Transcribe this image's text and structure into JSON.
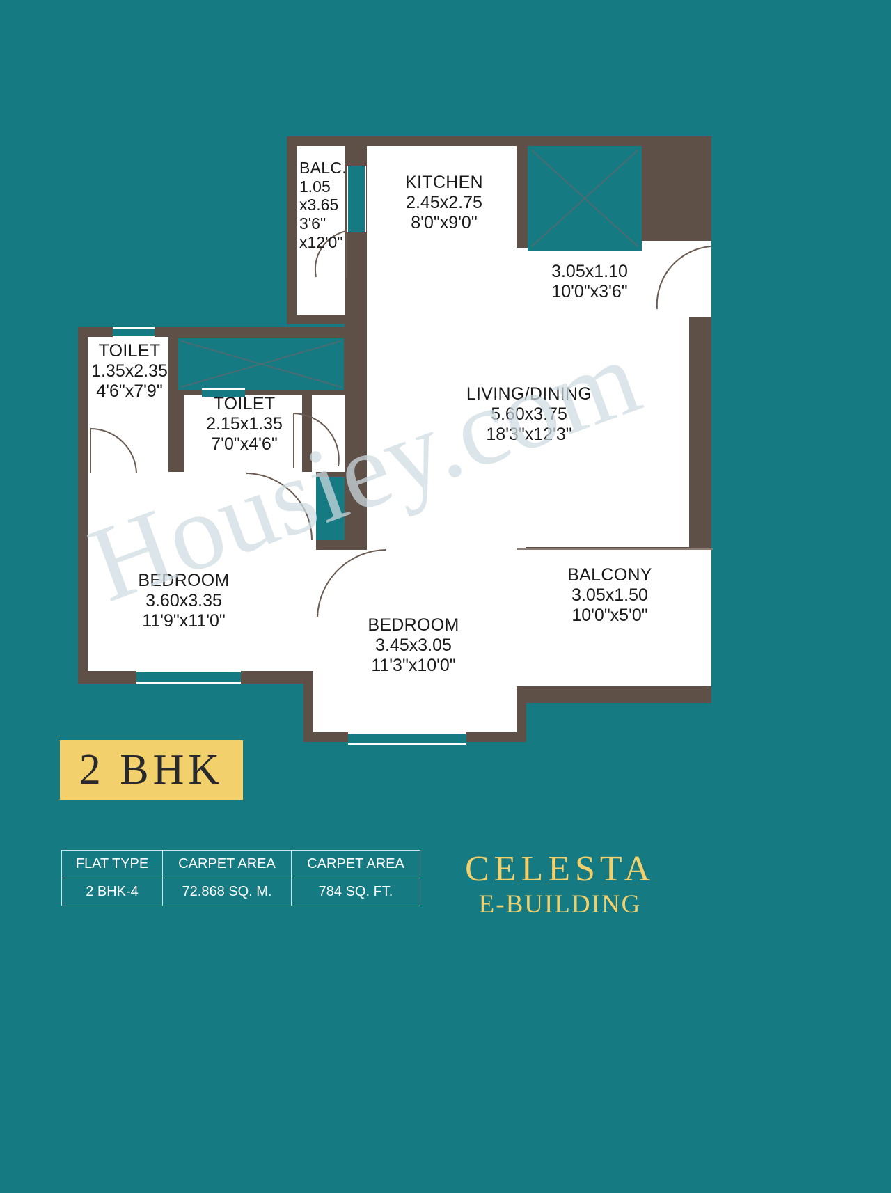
{
  "page": {
    "background_color": "#167a82",
    "wall_color": "#5e4f47",
    "room_fill": "#ffffff",
    "accent_color": "#f2d06b"
  },
  "watermark": {
    "text": "Housiey.com"
  },
  "badge": {
    "label": "2 BHK"
  },
  "rooms": [
    {
      "key": "balcony_small",
      "name": "BALC.",
      "dim_m_1": "1.05",
      "dim_m_2": "x3.65",
      "dim_ft_1": "3'6\"",
      "dim_ft_2": "x12'0\""
    },
    {
      "key": "kitchen",
      "name": "KITCHEN",
      "dim_m": "2.45x2.75",
      "dim_ft": "8'0\"x9'0\""
    },
    {
      "key": "utility",
      "name": "",
      "dim_m": "3.05x1.10",
      "dim_ft": "10'0\"x3'6\""
    },
    {
      "key": "living_dining",
      "name": "LIVING/DINING",
      "dim_m": "5.60x3.75",
      "dim_ft": "18'3\"x12'3\""
    },
    {
      "key": "toilet_1",
      "name": "TOILET",
      "dim_m": "1.35x2.35",
      "dim_ft": "4'6\"x7'9\""
    },
    {
      "key": "toilet_2",
      "name": "TOILET",
      "dim_m": "2.15x1.35",
      "dim_ft": "7'0\"x4'6\""
    },
    {
      "key": "bedroom_1",
      "name": "BEDROOM",
      "dim_m": "3.60x3.35",
      "dim_ft": "11'9\"x11'0\""
    },
    {
      "key": "bedroom_2",
      "name": "BEDROOM",
      "dim_m": "3.45x3.05",
      "dim_ft": "11'3\"x10'0\""
    },
    {
      "key": "balcony_main",
      "name": "BALCONY",
      "dim_m": "3.05x1.50",
      "dim_ft": "10'0\"x5'0\""
    }
  ],
  "table": {
    "headers": [
      "FLAT TYPE",
      "CARPET AREA",
      "CARPET AREA"
    ],
    "rows": [
      [
        "2 BHK-4",
        "72.868 SQ. M.",
        "784 SQ. FT."
      ]
    ]
  },
  "logo": {
    "line1": "CELESTA",
    "line2": "E-BUILDING"
  }
}
